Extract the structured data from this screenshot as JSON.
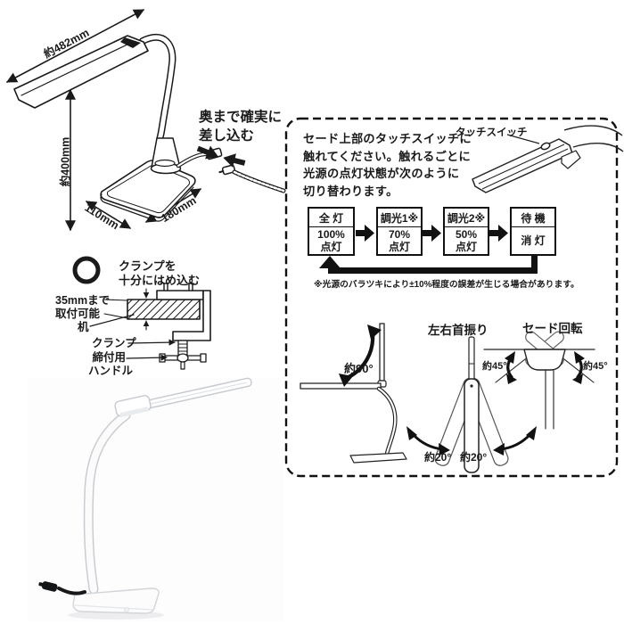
{
  "colors": {
    "ink": "#1a1a1a",
    "photo_line": "#c9cdd1",
    "callout_border": "#111111"
  },
  "top_diagram": {
    "dim_arm": "約482mm",
    "dim_height": "約400mm",
    "dim_base_depth": "110mm",
    "dim_base_width": "180mm",
    "plug_note_line1": "奥まで確実に",
    "plug_note_line2": "差し込む"
  },
  "clamp_diagram": {
    "fit_title_line1": "クランプを",
    "fit_title_line2": "十分にはめ込む",
    "max_thickness_line1": "35mmまで",
    "max_thickness_line2": "取付可能",
    "desk_label": "机",
    "clamp_label": "クランプ",
    "handle_label_line1": "締付用",
    "handle_label_line2": "ハンドル"
  },
  "switch_panel": {
    "instruction_lines": [
      "セード上部のタッチスイッチに",
      "触れてください。触れるごとに",
      "光源の点灯状態が次のように",
      "切り替わります。"
    ],
    "touch_switch_label": "タッチスイッチ",
    "modes": [
      {
        "title": "全 灯",
        "value": "100%",
        "state": "点灯"
      },
      {
        "title": "調光1※",
        "value": "70%",
        "state": "点灯"
      },
      {
        "title": "調光2※",
        "value": "50%",
        "state": "点灯"
      },
      {
        "title": "待 機",
        "value": "消 灯",
        "state": ""
      }
    ],
    "note": "※光源のバラツキにより±10%程度の誤差が生じる場合があります。",
    "angles": {
      "tilt": "約90°",
      "swivel_title": "左右首振り",
      "swivel_left": "約20°",
      "swivel_right": "約20°",
      "rotation_title": "セード回転",
      "rotation_left": "約45°",
      "rotation_right": "約45°"
    }
  }
}
